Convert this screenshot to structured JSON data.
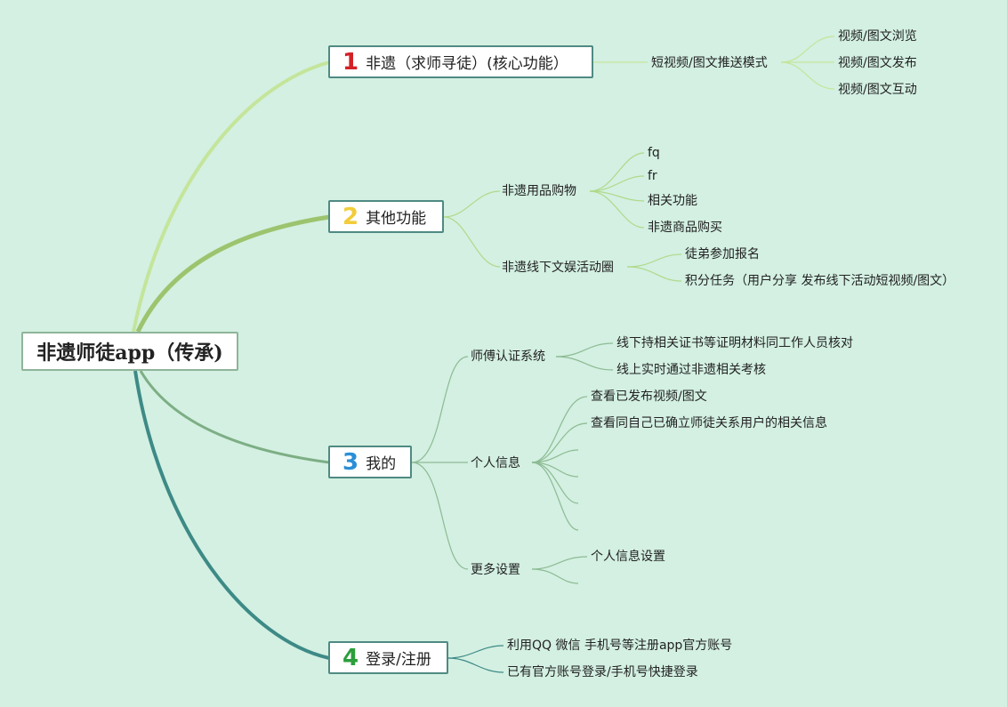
{
  "root": {
    "label": "非遗师徒app（传承)"
  },
  "topics": [
    {
      "number": "1",
      "label": "非遗（求师寻徒）(核心功能）",
      "subtopics": [
        {
          "label": "短视频/图文推送模式",
          "leaves": [
            "视频/图文浏览",
            "视频/图文发布",
            "视频/图文互动"
          ]
        }
      ]
    },
    {
      "number": "2",
      "label": "其他功能",
      "subtopics": [
        {
          "label": "非遗用品购物",
          "leaves": [
            "fq",
            "fr",
            "相关功能",
            "非遗商品购买"
          ]
        },
        {
          "label": "非遗线下文娱活动圈",
          "leaves": [
            "徒弟参加报名",
            "积分任务（用户分享 发布线下活动短视频/图文）"
          ]
        }
      ]
    },
    {
      "number": "3",
      "label": "我的",
      "subtopics": [
        {
          "label": "师傅认证系统",
          "leaves": [
            "线下持相关证书等证明材料同工作人员核对",
            "线上实时通过非遗相关考核"
          ]
        },
        {
          "label": "个人信息",
          "leaves": [
            "查看已发布视频/图文",
            "查看同自己已确立师徒关系用户的相关信息"
          ]
        },
        {
          "label": "更多设置",
          "leaves": [
            "个人信息设置"
          ]
        }
      ]
    },
    {
      "number": "4",
      "label": "登录/注册",
      "subtopics": [
        {
          "label": "利用QQ 微信 手机号等注册app官方账号",
          "leaves": []
        },
        {
          "label": "已有官方账号登录/手机号快捷登录",
          "leaves": []
        }
      ]
    }
  ],
  "colors": {
    "background": "#d3f0e2",
    "branch1": "#c4e59a",
    "branch2": "#9cc46e",
    "branch3": "#7dae84",
    "branch4": "#3d8a86"
  }
}
